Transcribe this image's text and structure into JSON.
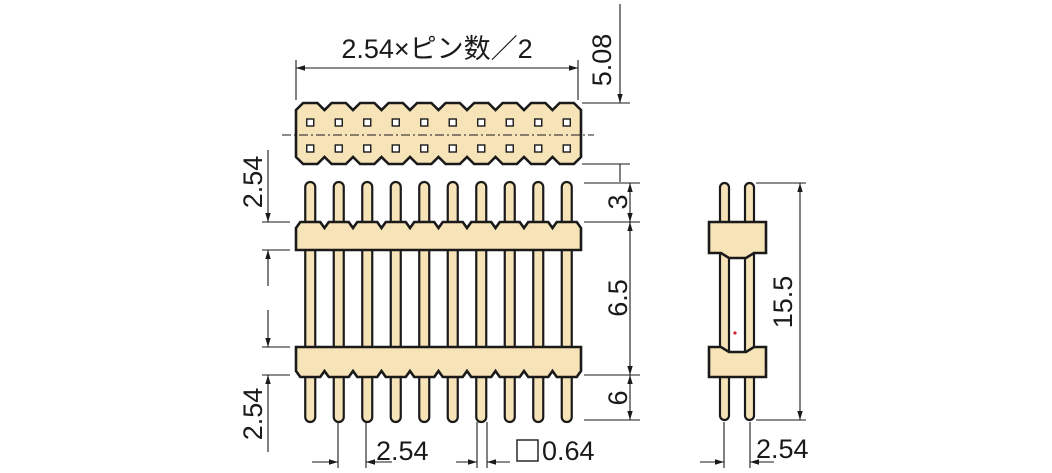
{
  "colors": {
    "body": "#f7e3b8",
    "outline": "#1a1a1a",
    "background": "#ffffff",
    "marker": "#d0202a"
  },
  "pin_count_drawn": 10,
  "dimensions": {
    "pitch_times_pins": "2.54×ピン数／2",
    "top_height": "5.08",
    "left_top": "2.54",
    "left_bottom": "2.54",
    "tip_length": "3",
    "middle_length": "6.5",
    "bottom_length": "6",
    "pitch": "2.54",
    "pin_square": "0.64",
    "side_total": "15.5",
    "side_pitch": "2.54"
  }
}
